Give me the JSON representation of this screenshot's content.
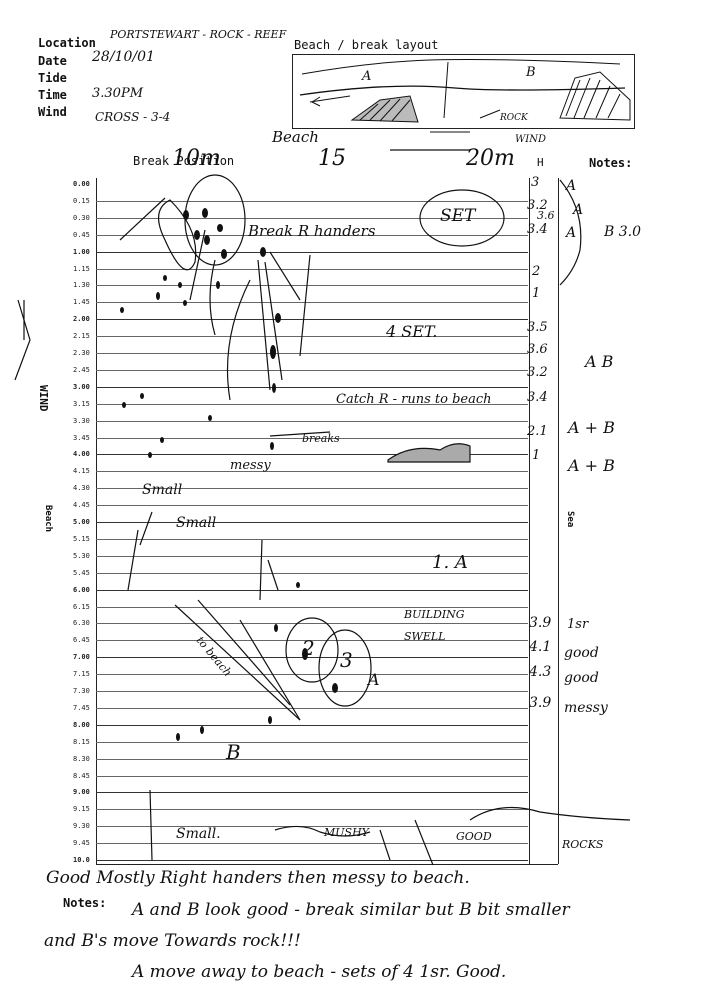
{
  "header": {
    "labels": [
      "Location",
      "Date",
      "Tide",
      "Time",
      "Wind"
    ],
    "values": {
      "location": "PORTSTEWART - ROCK - REEF",
      "date": "28/10/01",
      "tide": "",
      "time": "3.30PM",
      "wind": "CROSS - 3-4"
    }
  },
  "layout_box": {
    "title": "Beach / break layout",
    "labels": [
      "A",
      "B",
      "ROCK",
      "WIND"
    ]
  },
  "chart": {
    "beach_label": "Beach",
    "break_position_label": "Break Position",
    "col_markers": [
      "10m",
      "15",
      "20m"
    ],
    "h_label": "H",
    "notes_label": "Notes:",
    "left_vertical_labels": [
      "WIND",
      "Beach"
    ],
    "right_vertical_label": "Sea",
    "times": [
      "0.00",
      "0.15",
      "0.30",
      "0.45",
      "1.00",
      "1.15",
      "1.30",
      "1.45",
      "2.00",
      "2.15",
      "2.30",
      "2.45",
      "3.00",
      "3.15",
      "3.30",
      "3.45",
      "4.00",
      "4.15",
      "4.30",
      "4.45",
      "5.00",
      "5.15",
      "5.30",
      "5.45",
      "6.00",
      "6.15",
      "6.30",
      "6.45",
      "7.00",
      "7.15",
      "7.30",
      "7.45",
      "8.00",
      "8.15",
      "8.30",
      "8.45",
      "9.00",
      "9.15",
      "9.30",
      "9.45",
      "10.0"
    ],
    "heights": [
      {
        "t": "0.00",
        "h": "3"
      },
      {
        "t": "0.15",
        "h": "3.2"
      },
      {
        "t": "0.30",
        "h": "3.6"
      },
      {
        "t": "0.45",
        "h": "3.4"
      },
      {
        "t": "1.15",
        "h": "2"
      },
      {
        "t": "1.45",
        "h": "1"
      },
      {
        "t": "2.15",
        "h": "3.5"
      },
      {
        "t": "2.30",
        "h": "3.6"
      },
      {
        "t": "2.45",
        "h": "3.2"
      },
      {
        "t": "3.00",
        "h": "3.4"
      },
      {
        "t": "3.30",
        "h": "2.1"
      },
      {
        "t": "4.00",
        "h": "1"
      },
      {
        "t": "6.30",
        "h": "3.9"
      },
      {
        "t": "6.45",
        "h": "4.1"
      },
      {
        "t": "7.00",
        "h": "4.3"
      },
      {
        "t": "7.30",
        "h": "3.9"
      }
    ],
    "margin_notes": [
      "A",
      "A",
      "A",
      "B 3.0",
      "A B",
      "A + B",
      "A + B",
      "1sr",
      "good",
      "good",
      "messy"
    ],
    "annotations": [
      "Break R handers",
      "SET",
      "4 SET.",
      "Catch R - runs to beach",
      "breaks",
      "messy",
      "Small",
      "Small",
      "1. A",
      "BUILDING SWELL",
      "2",
      "3",
      "A",
      "to beach",
      "B",
      "Small.",
      "MUSHY",
      "GOOD",
      "ROCKS"
    ]
  },
  "footer": {
    "notes_label": "Notes:",
    "lines": [
      "Good Mostly Right handers then messy to beach.",
      "A and B look good - break similar but B bit smaller",
      "and B's move Towards rock!!!",
      "A move away to beach - sets of 4 1sr. Good."
    ]
  }
}
